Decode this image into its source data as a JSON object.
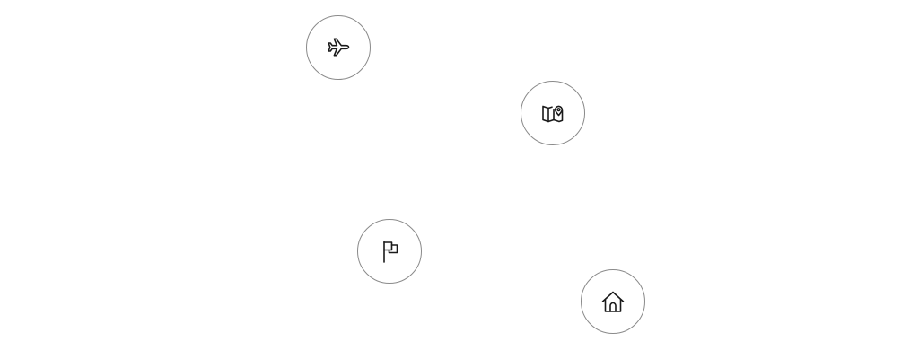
{
  "buttons": [
    {
      "id": "plane",
      "icon": "airplane-icon"
    },
    {
      "id": "map",
      "icon": "map-pin-icon"
    },
    {
      "id": "flag",
      "icon": "flag-icon"
    },
    {
      "id": "home",
      "icon": "home-icon"
    }
  ],
  "colors": {
    "background": "#ffffff",
    "circle_border": "#8a8a8a",
    "icon_stroke": "#1a1a1a"
  }
}
